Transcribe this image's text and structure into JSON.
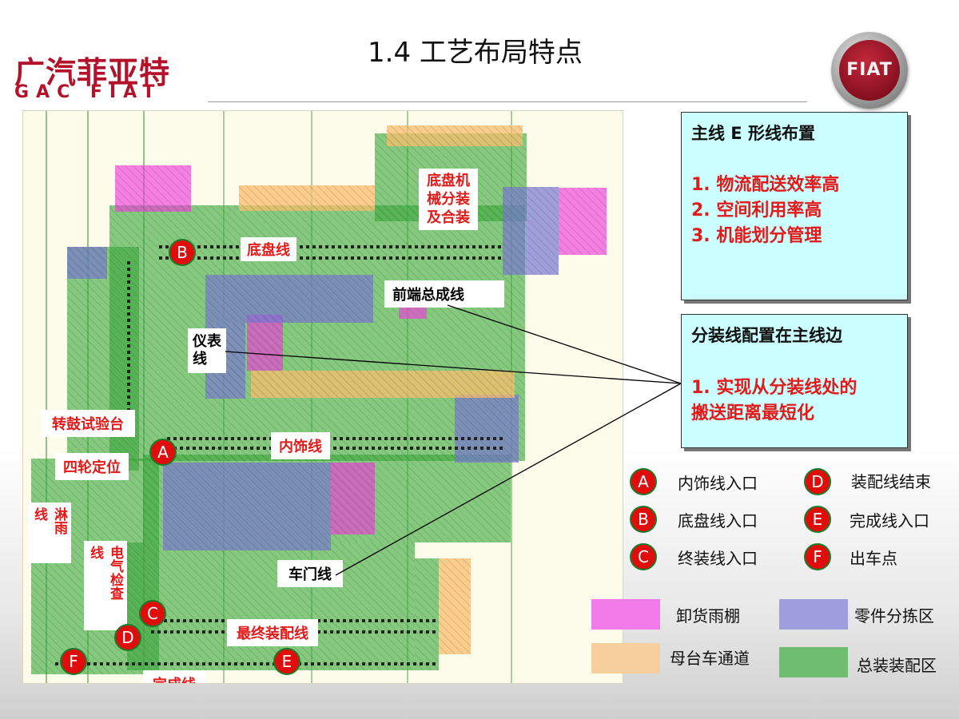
{
  "header": {
    "title": "1.4  工艺布局特点",
    "logo_cn": "广汽菲亚特",
    "logo_en": "GAC FIAT",
    "badge": "FIAT"
  },
  "plan": {
    "zone_labels": {
      "chassis_mech": "底盘机\n械分装\n及合装",
      "chassis_line": "底盘线",
      "front_end": "前端总成线",
      "instrument": "仪表\n线",
      "drum_test": "转鼓试验台",
      "trim_line": "内饰线",
      "wheel_align": "四轮定位",
      "rain_line": "淋雨\n线",
      "elec_check": "电气检查\n线",
      "door_line": "车门线",
      "final_assy": "最终装配线",
      "finish_line": "完成线"
    },
    "pins": [
      "A",
      "B",
      "C",
      "D",
      "E",
      "F"
    ]
  },
  "callout_main": {
    "heading": "主线 E 形线布置",
    "items": [
      "1. 物流配送效率高",
      "2. 空间利用率高",
      "3. 机能划分管理"
    ]
  },
  "callout_sub": {
    "heading": "分装线配置在主线边",
    "items": [
      "1. 实现从分装线处的",
      "搬送距离最短化"
    ]
  },
  "pin_legend": [
    {
      "code": "A",
      "label": "内饰线入口"
    },
    {
      "code": "D",
      "label": "装配线结束"
    },
    {
      "code": "B",
      "label": "底盘线入口"
    },
    {
      "code": "E",
      "label": "完成线入口"
    },
    {
      "code": "C",
      "label": "终装线入口"
    },
    {
      "code": "F",
      "label": "出车点"
    }
  ],
  "color_legend": [
    {
      "label": "卸货雨棚",
      "color": "#f27ae8"
    },
    {
      "label": "零件分拣区",
      "color": "#9e9ede"
    },
    {
      "label": "母台车通道",
      "color": "#f7cf9d"
    },
    {
      "label": "总装装配区",
      "color": "#6fbd6f"
    }
  ],
  "colors": {
    "brand_red": "#b3122a",
    "label_red": "#e31a1a",
    "callout_bg": "#ccffff"
  }
}
